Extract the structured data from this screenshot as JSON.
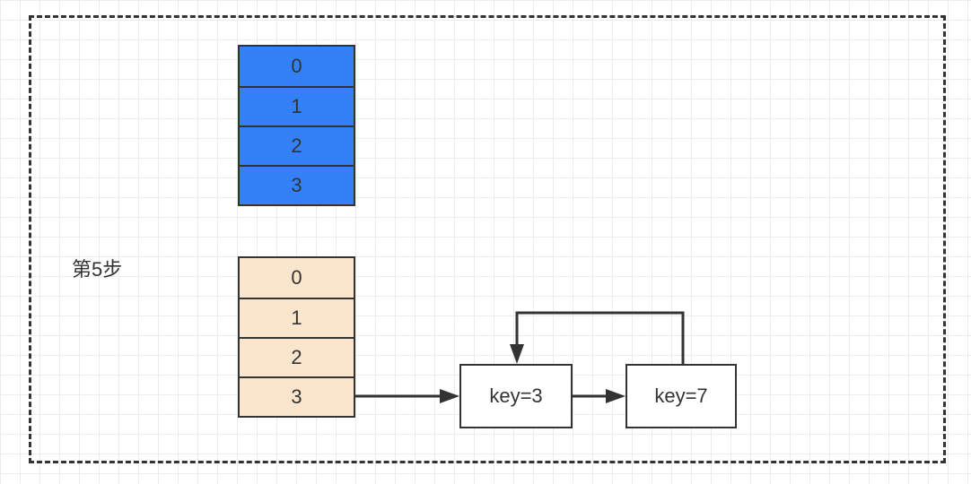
{
  "step_label": "第5步",
  "colors": {
    "blue_array_fill": "#3380f7",
    "tan_array_fill": "#fbe5cc",
    "border": "#333333",
    "text": "#333333"
  },
  "blue_array": {
    "cells": [
      "0",
      "1",
      "2",
      "3"
    ]
  },
  "tan_array": {
    "cells": [
      "0",
      "1",
      "2",
      "3"
    ]
  },
  "nodes": [
    {
      "label": "key=3"
    },
    {
      "label": "key=7"
    }
  ],
  "edges": [
    {
      "from": "tan_array.3",
      "to": "key=3"
    },
    {
      "from": "key=3",
      "to": "key=7"
    },
    {
      "from": "key=7",
      "to": "key=3"
    }
  ]
}
